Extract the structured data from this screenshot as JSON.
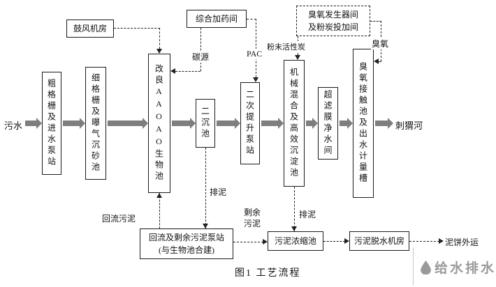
{
  "figure": {
    "caption": "图1  工艺流程"
  },
  "watermark": {
    "brand": "给水排水"
  },
  "flow": {
    "influent": "污水",
    "effluent": "刺猬河",
    "stages": [
      "粗格栅及进水泵站",
      "细格栅及曝气沉砂池",
      "改良AAOAO生物池",
      "二沉池",
      "二次提升泵站",
      "机械混合及高效沉淀池",
      "超滤膜净水间",
      "臭氧接触池及出水计量槽"
    ]
  },
  "aux_rooms": {
    "blower": "鼓风机房",
    "dosing": "综合加药间",
    "ozone_line1": "臭氧发生器间",
    "ozone_line2": "及粉炭投加间"
  },
  "dosing_labels": {
    "carbon_source": "碳源",
    "pac": "PAC",
    "powdered_carbon": "粉末活性炭",
    "ozone": "臭氧"
  },
  "sludge": {
    "return_sludge": "回流污泥",
    "pump_station_line1": "回流及剩余污泥泵站",
    "pump_station_line2": "(与生物池合建)",
    "secondary_drain": "排泥",
    "excess_line1": "剩余",
    "excess_line2": "污泥",
    "mixing_drain": "排泥",
    "thickener": "污泥浓缩池",
    "dewatering": "污泥脱水机房",
    "cake_out": "泥饼外运"
  }
}
